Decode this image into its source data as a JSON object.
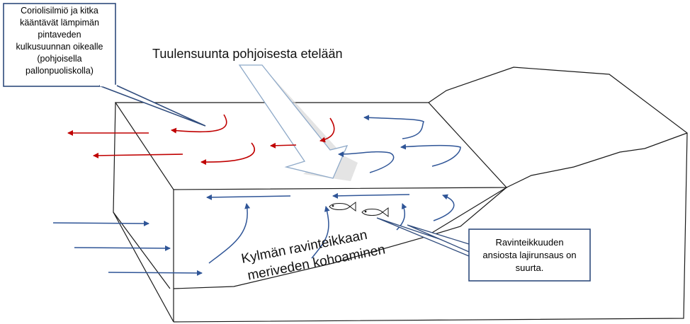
{
  "labels": {
    "wind_direction": "Tuulensuunta pohjoisesta etelään",
    "upwelling_line1": "Kylmän ravinteikkaan",
    "upwelling_line2": "meriveden kohoaminen"
  },
  "callouts": {
    "coriolis": [
      "Coriolisilmiö ja kitka",
      "kääntävät lämpimän",
      "pintaveden",
      "kulkusuunnan oikealle",
      "(pohjoisella",
      "pallonpuoliskolla)"
    ],
    "biodiversity": [
      "Ravinteikkuuden",
      "ansiosta lajirunsaus on",
      "suurta."
    ]
  },
  "colors": {
    "warm_current": "#c00000",
    "cold_current": "#2f5597",
    "outline": "#1a1a1a",
    "callout_border": "#2f4b7c"
  }
}
